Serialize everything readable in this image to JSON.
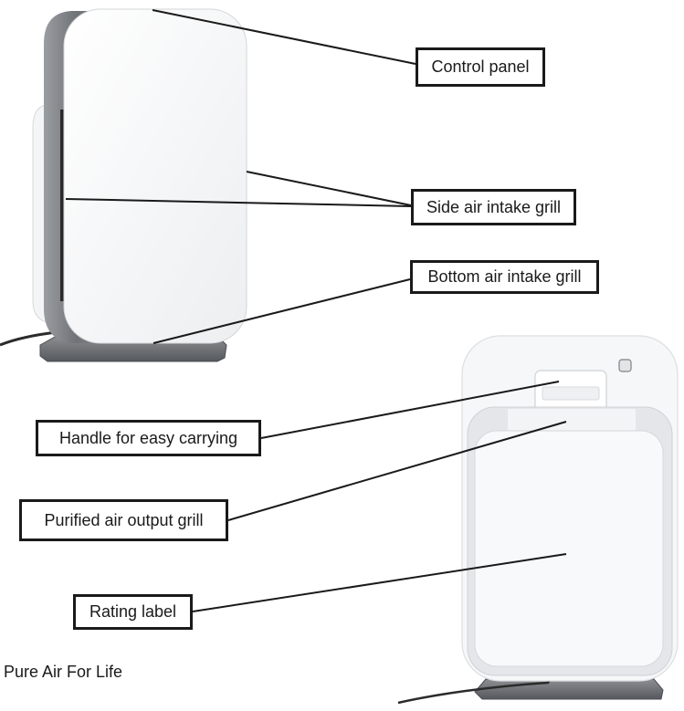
{
  "diagram": {
    "labels": {
      "control_panel": "Control panel",
      "side_intake": "Side air intake grill",
      "bottom_intake": "Bottom air intake grill",
      "handle": "Handle for easy carrying",
      "output_grill": "Purified air output grill",
      "rating_label": "Rating label"
    },
    "footer": "Pure Air For Life"
  },
  "colors": {
    "device_body": "#ffffff",
    "device_frame": "#8a8d91",
    "base": "#6e7175",
    "callout_border": "#1a1a1a"
  }
}
